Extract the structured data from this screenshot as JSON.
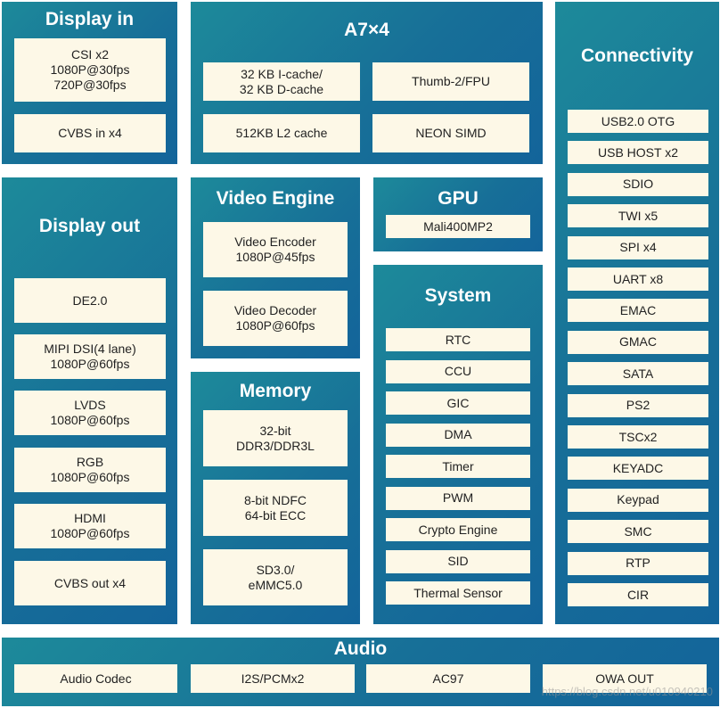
{
  "display_in": {
    "title": "Display in",
    "items": [
      "CSI x2\n1080P@30fps\n720P@30fps",
      "CVBS in x4"
    ]
  },
  "cpu": {
    "title": "A7×4",
    "items": [
      "32 KB I-cache/\n32 KB D-cache",
      "Thumb-2/FPU",
      "512KB L2 cache",
      "NEON SIMD"
    ]
  },
  "connectivity": {
    "title": "Connectivity",
    "items": [
      "USB2.0 OTG",
      "USB HOST x2",
      "SDIO",
      "TWI x5",
      "SPI x4",
      "UART x8",
      "EMAC",
      "GMAC",
      "SATA",
      "PS2",
      "TSCx2",
      "KEYADC",
      "Keypad",
      "SMC",
      "RTP",
      "CIR"
    ]
  },
  "display_out": {
    "title": "Display out",
    "items": [
      "DE2.0",
      "MIPI DSI(4 lane)\n1080P@60fps",
      "LVDS\n1080P@60fps",
      "RGB\n1080P@60fps",
      "HDMI\n1080P@60fps",
      "CVBS out x4"
    ]
  },
  "video_engine": {
    "title": "Video Engine",
    "items": [
      "Video Encoder\n1080P@45fps",
      "Video Decoder\n1080P@60fps"
    ]
  },
  "gpu": {
    "title": "GPU",
    "items": [
      "Mali400MP2"
    ]
  },
  "memory": {
    "title": "Memory",
    "items": [
      "32-bit\nDDR3/DDR3L",
      "8-bit NDFC\n64-bit ECC",
      "SD3.0/\neMMC5.0"
    ]
  },
  "system": {
    "title": "System",
    "items": [
      "RTC",
      "CCU",
      "GIC",
      "DMA",
      "Timer",
      "PWM",
      "Crypto Engine",
      "SID",
      "Thermal Sensor"
    ]
  },
  "audio": {
    "title": "Audio",
    "items": [
      "Audio Codec",
      "I2S/PCMx2",
      "AC97",
      "OWA OUT"
    ]
  },
  "watermark": "https://blog.csdn.net/u010940210"
}
